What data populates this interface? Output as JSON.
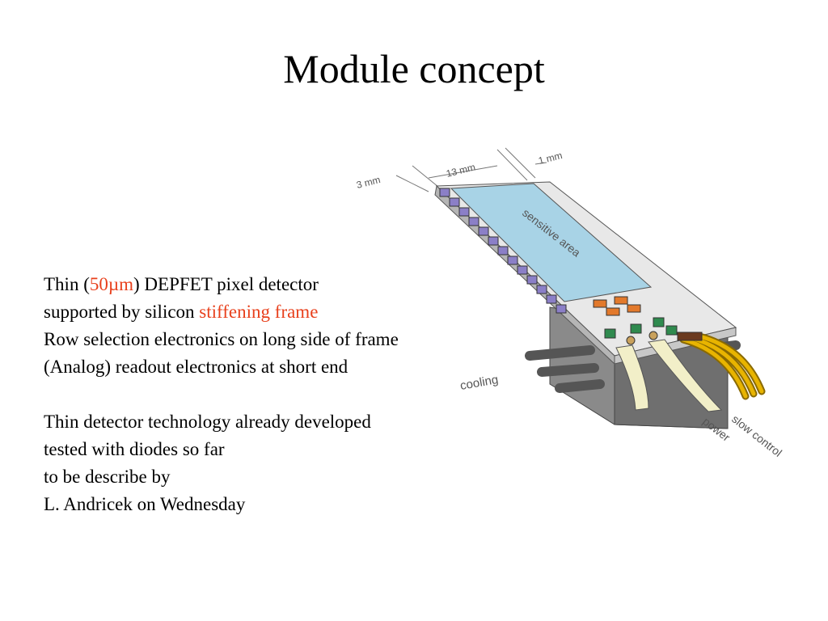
{
  "slide": {
    "title": "Module concept",
    "accent_color": "#e8401c"
  },
  "text": {
    "line1": {
      "pre": "Thin (",
      "highlight": "50µm",
      "post": ") DEPFET pixel detector"
    },
    "line2": {
      "pre": "supported by silicon ",
      "highlight": "stiffening frame"
    },
    "line3": "Row selection electronics on long side of frame",
    "line4": "(Analog) readout electronics at short end",
    "line5": "Thin detector technology already developed",
    "line6": "tested with diodes so far",
    "line7": "to be describe by",
    "line8": "L. Andricek on Wednesday"
  },
  "figure": {
    "dimensions": {
      "left": "3 mm",
      "middle": "13 mm",
      "right": "1 mm"
    },
    "labels": {
      "sensitive_area": "sensitive area",
      "cooling": "cooling",
      "power": "power",
      "slow_control": "slow control"
    }
  }
}
